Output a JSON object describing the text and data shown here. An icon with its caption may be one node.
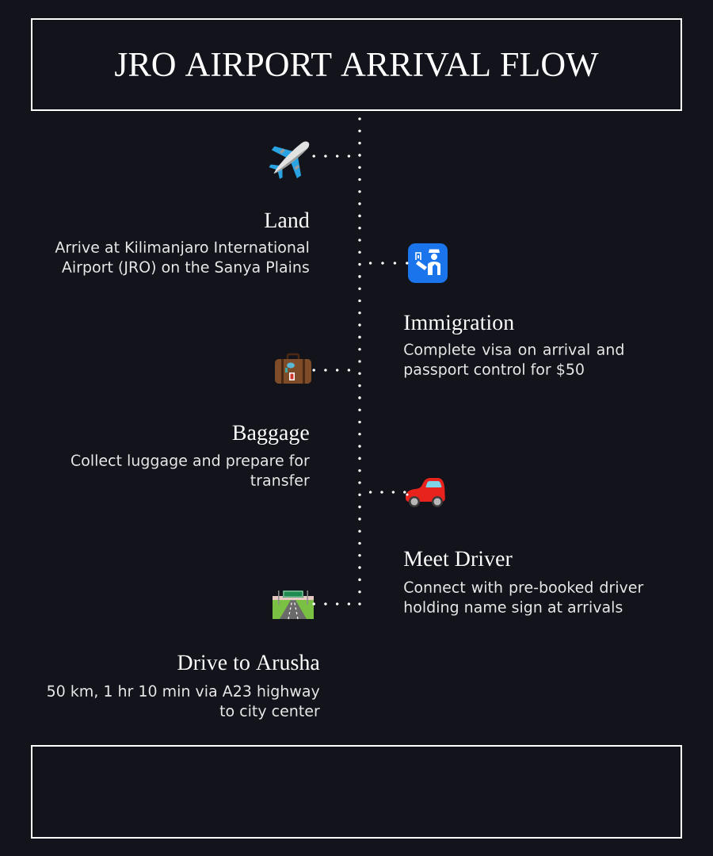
{
  "diagram": {
    "title": "JRO AIRPORT ARRIVAL FLOW",
    "nodes": [
      {
        "text": [],
        "shape": "picture",
        "beside": [
          "Land",
          "Arrive at Kilimanjaro International Airport (JRO) on the Sanya Plains"
        ]
      },
      {
        "text": [],
        "shape": "picture",
        "beside": [
          "Immigration",
          "Complete visa on arrival and passport control for $50"
        ]
      },
      {
        "text": [],
        "shape": "picture",
        "beside": [
          "Baggage",
          "Collect luggage and prepare for transfer"
        ]
      },
      {
        "text": [],
        "shape": "picture",
        "beside": [
          "Meet Driver",
          "Connect with pre-booked driver holding name sign at arrivals"
        ]
      },
      {
        "text": [],
        "shape": "picture",
        "beside": [
          "Drive to Arusha",
          "50 km, 1 hr 10 min via A23 highway to city center"
        ]
      }
    ],
    "edges": [
      {
        "from": 0,
        "to": null,
        "arrow": "none",
        "style": "dashed"
      },
      {
        "from": 1,
        "to": null,
        "arrow": "none",
        "style": "dashed"
      },
      {
        "from": 2,
        "to": null,
        "arrow": "none",
        "style": "dashed"
      },
      {
        "from": 3,
        "to": null,
        "arrow": "none",
        "style": "dashed"
      },
      {
        "from": 4,
        "to": null,
        "arrow": "none",
        "style": "dashed"
      }
    ]
  }
}
